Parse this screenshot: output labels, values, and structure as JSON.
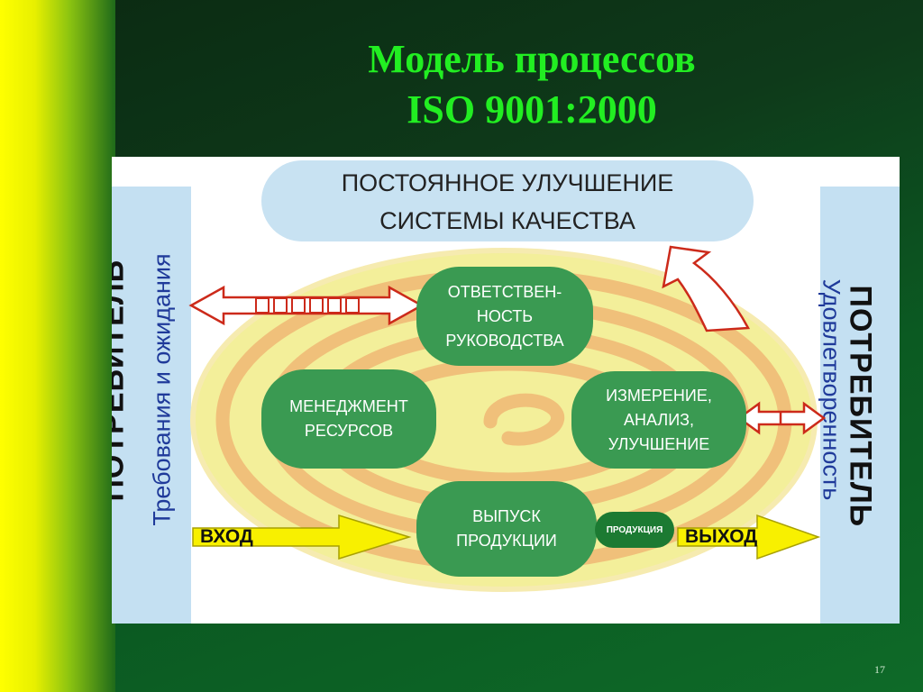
{
  "slide": {
    "title_line1": "Модель процессов",
    "title_line2": "ISO 9001:2000",
    "number": "17"
  },
  "diagram": {
    "top_cloud_line1": "ПОСТОЯННОЕ УЛУЧШЕНИЕ",
    "top_cloud_line2": "СИСТЕМЫ КАЧЕСТВА",
    "left_customer": "ПОТРЕБИТЕЛЬ",
    "left_requirements": "Требования и ожидания",
    "right_customer": "ПОТРЕБИТЕЛЬ",
    "right_satisfaction": "Удовлетворенность",
    "process_management": "ОТВЕТСТВЕН-\nНОСТЬ\nРУКОВОДСТВА",
    "process_resources": "МЕНЕДЖМЕНТ\nРЕСУРСОВ",
    "process_measurement": "ИЗМЕРЕНИЕ,\nАНАЛИЗ,\nУЛУЧШЕНИЕ",
    "process_product": "ВЫПУСК\nПРОДУКЦИИ",
    "product_badge": "ПРОДУКЦИЯ",
    "input_label": "ВХОД",
    "output_label": "ВЫХОД"
  },
  "colors": {
    "title": "#22ee22",
    "process_fill": "#3a9a52",
    "side_fill": "#c4e0f2",
    "spiral_outer": "#f3ef9a",
    "spiral_line": "#f0c07a",
    "arrow_yellow": "#f8f000",
    "arrow_red": "#cc2a1a"
  }
}
